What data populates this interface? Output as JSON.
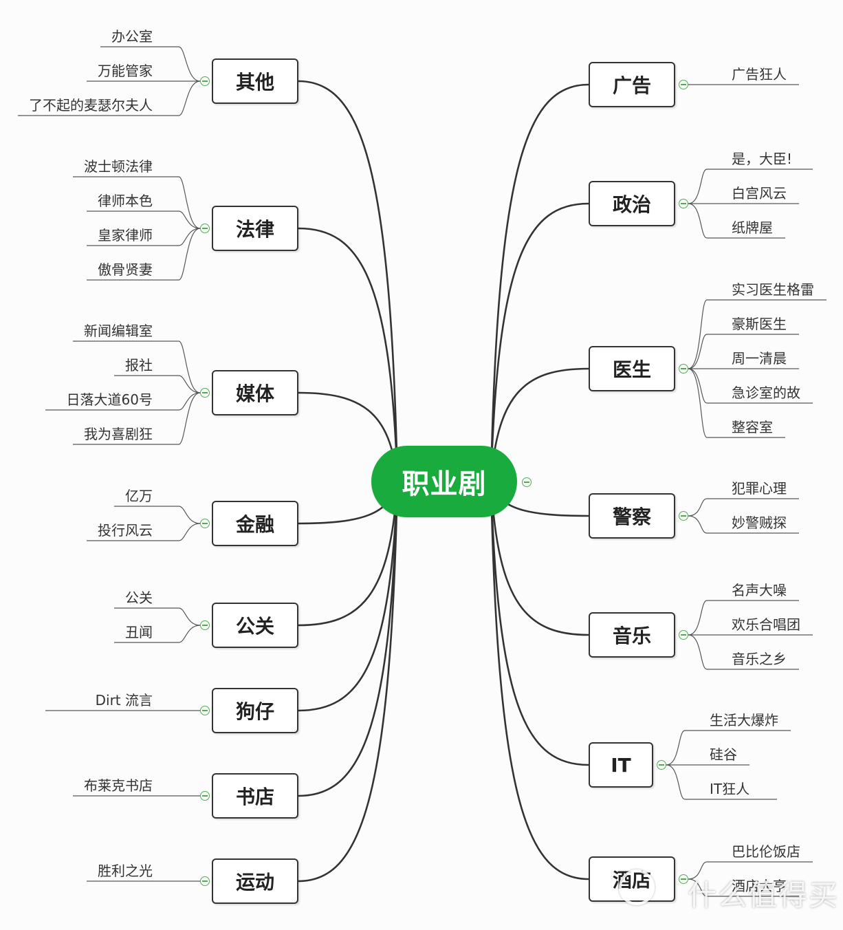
{
  "center": {
    "label": "职业剧"
  },
  "left_branches": [
    {
      "label": "其他",
      "children": [
        "办公室",
        "万能管家",
        "了不起的麦瑟尔夫人"
      ]
    },
    {
      "label": "法律",
      "children": [
        "波士顿法律",
        "律师本色",
        "皇家律师",
        "傲骨贤妻"
      ]
    },
    {
      "label": "媒体",
      "children": [
        "新闻编辑室",
        "报社",
        "日落大道60号",
        "我为喜剧狂"
      ]
    },
    {
      "label": "金融",
      "children": [
        "亿万",
        "投行风云"
      ]
    },
    {
      "label": "公关",
      "children": [
        "公关",
        "丑闻"
      ]
    },
    {
      "label": "狗仔",
      "children": [
        "Dirt 流言"
      ]
    },
    {
      "label": "书店",
      "children": [
        "布莱克书店"
      ]
    },
    {
      "label": "运动",
      "children": [
        "胜利之光"
      ]
    }
  ],
  "right_branches": [
    {
      "label": "广告",
      "children": [
        "广告狂人"
      ]
    },
    {
      "label": "政治",
      "children": [
        "是，大臣!",
        "白宫风云",
        "纸牌屋"
      ]
    },
    {
      "label": "医生",
      "children": [
        "实习医生格雷",
        "豪斯医生",
        "周一清晨",
        "急诊室的故",
        "整容室"
      ]
    },
    {
      "label": "警察",
      "children": [
        "犯罪心理",
        "妙警贼探"
      ]
    },
    {
      "label": "音乐",
      "children": [
        "名声大噪",
        "欢乐合唱团",
        "音乐之乡"
      ]
    },
    {
      "label": "IT",
      "children": [
        "生活大爆炸",
        "硅谷",
        "IT狂人"
      ]
    },
    {
      "label": "酒店",
      "children": [
        "巴比伦饭店",
        "酒店大亨"
      ]
    }
  ],
  "watermark": {
    "text": "什么值得买"
  },
  "colors": {
    "center_fill": "#1aab3f",
    "line": "#333333",
    "leaf_line": "#555555",
    "toggle": "#5aa65a"
  }
}
